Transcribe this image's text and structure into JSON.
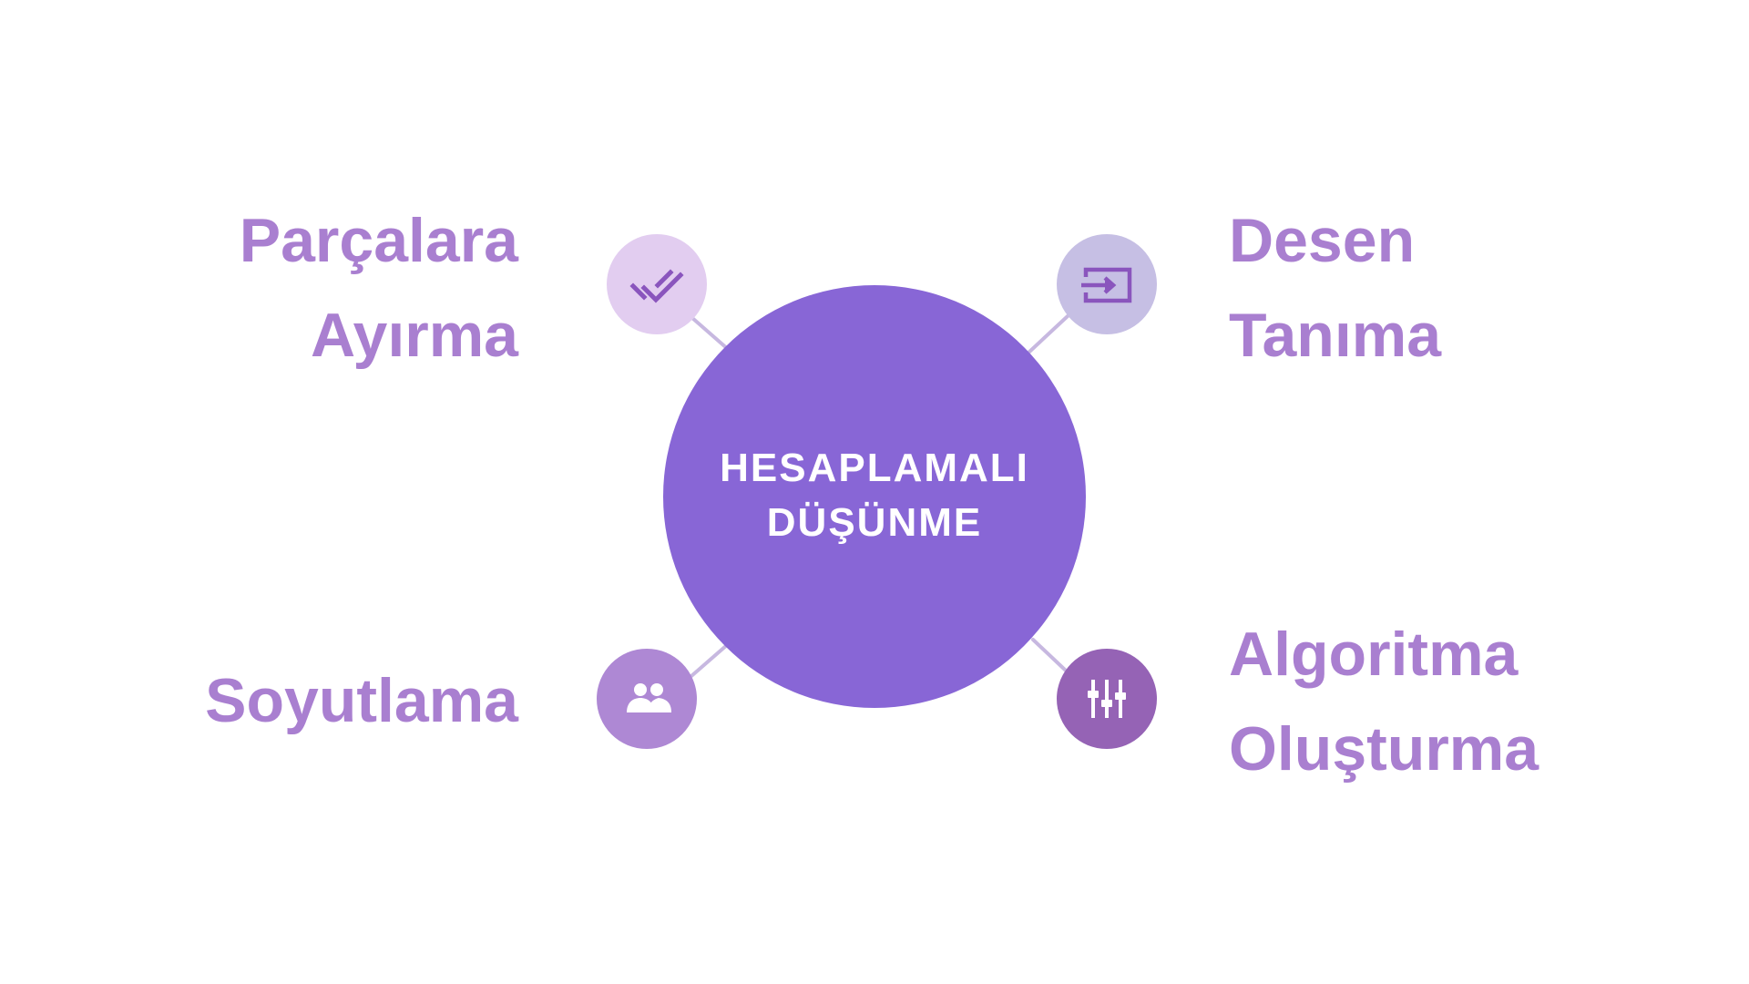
{
  "center": {
    "line1": "HESAPLAMALI",
    "line2": "DÜŞÜNME",
    "color": "#8866d6"
  },
  "nodes": [
    {
      "line1": "Parçalara",
      "line2": "Ayırma",
      "icon": "double-check-icon",
      "color": "#e2cdf0"
    },
    {
      "line1": "Desen",
      "line2": "Tanıma",
      "icon": "input-arrow-icon",
      "color": "#c6bfe4"
    },
    {
      "line1": "Soyutlama",
      "icon": "people-icon",
      "color": "#ae88d4"
    },
    {
      "line1": "Algoritma",
      "line2": "Oluşturma",
      "icon": "sliders-icon",
      "color": "#9563b5"
    }
  ],
  "colors": {
    "label": "#a97fd0",
    "connector": "#c7b8e0"
  }
}
